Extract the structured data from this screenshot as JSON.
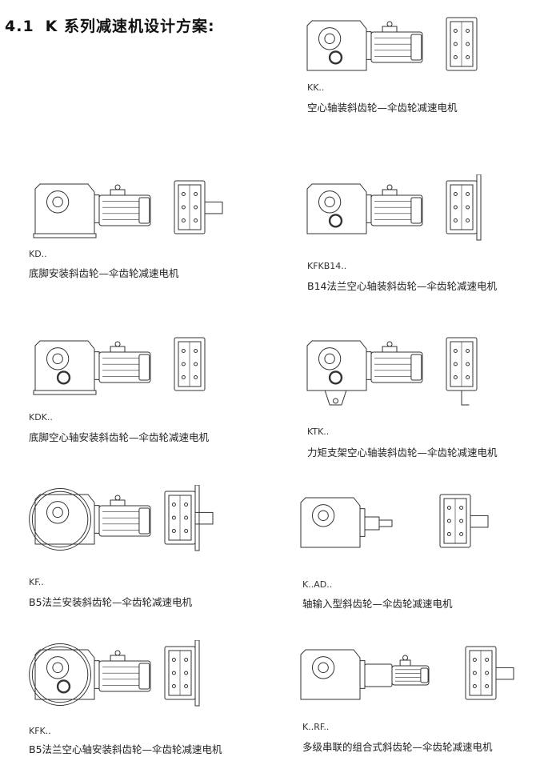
{
  "title": {
    "section": "4.1",
    "text": "K 系列减速机设计方案:"
  },
  "items": [
    {
      "code": "KK..",
      "desc": "空心轴装斜齿轮—伞齿轮减速电机",
      "variant": "hollow"
    },
    {
      "code": "KD..",
      "desc": "底脚安装斜齿轮—伞齿轮减速电机",
      "variant": "foot"
    },
    {
      "code": "KFKB14..",
      "desc": "B14法兰空心轴装斜齿轮—伞齿轮减速电机",
      "variant": "hollow-b14"
    },
    {
      "code": "KDK..",
      "desc": "底脚空心轴安装斜齿轮—伞齿轮减速电机",
      "variant": "foot-hollow"
    },
    {
      "code": "KTK..",
      "desc": "力矩支架空心轴装斜齿轮—伞齿轮减速电机",
      "variant": "torque"
    },
    {
      "code": "KF..",
      "desc": "B5法兰安装斜齿轮—伞齿轮减速电机",
      "variant": "flange"
    },
    {
      "code": "K..AD..",
      "desc": "轴输入型斜齿轮—伞齿轮减速电机",
      "variant": "input-shaft"
    },
    {
      "code": "KFK..",
      "desc": "B5法兰空心轴安装斜齿轮—伞齿轮减速电机",
      "variant": "flange-hollow"
    },
    {
      "code": "K..RF..",
      "desc": "多级串联的组合式斜齿轮—伞齿轮减速电机",
      "variant": "combined"
    }
  ]
}
